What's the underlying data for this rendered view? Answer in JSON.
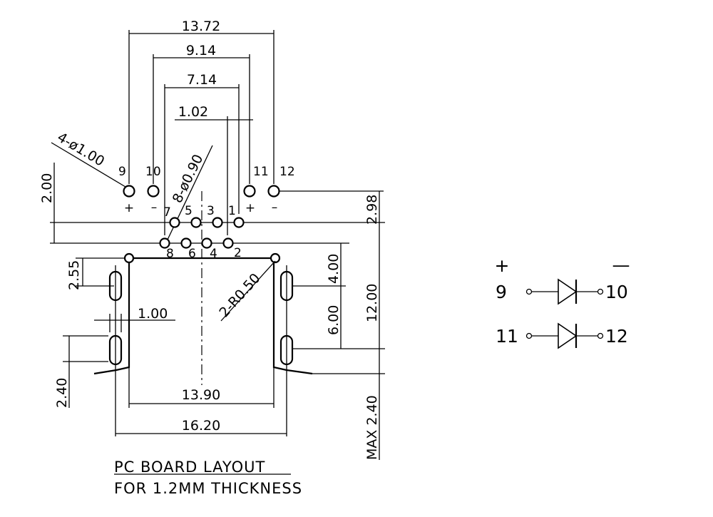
{
  "dimensions": {
    "d_13_72": "13.72",
    "d_9_14": "9.14",
    "d_7_14": "7.14",
    "d_1_02": "1.02",
    "d_4_holes": "4-ø1.00",
    "d_8_holes": "8-ø0.90",
    "d_2_00": "2.00",
    "d_2_98": "2.98",
    "d_2_55": "2.55",
    "d_1_00": "1.00",
    "d_2_r050": "2-R0.50",
    "d_4_00": "4.00",
    "d_6_00": "6.00",
    "d_12_00": "12.00",
    "d_2_40": "2.40",
    "d_13_90": "13.90",
    "d_16_20": "16.20",
    "d_max_2_40": "MAX 2.40"
  },
  "pins": {
    "p9": "9",
    "p10": "10",
    "p11": "11",
    "p12": "12",
    "p1": "1",
    "p2": "2",
    "p3": "3",
    "p4": "4",
    "p5": "5",
    "p6": "6",
    "p7": "7",
    "p8": "8",
    "plus": "+",
    "minus": "–"
  },
  "notes": {
    "title": "PC BOARD LAYOUT",
    "subtitle": "FOR 1.2MM THICKNESS"
  },
  "schematic": {
    "plus": "+",
    "minus": "—",
    "pin9": "9",
    "pin10": "10",
    "pin11": "11",
    "pin12": "12"
  }
}
